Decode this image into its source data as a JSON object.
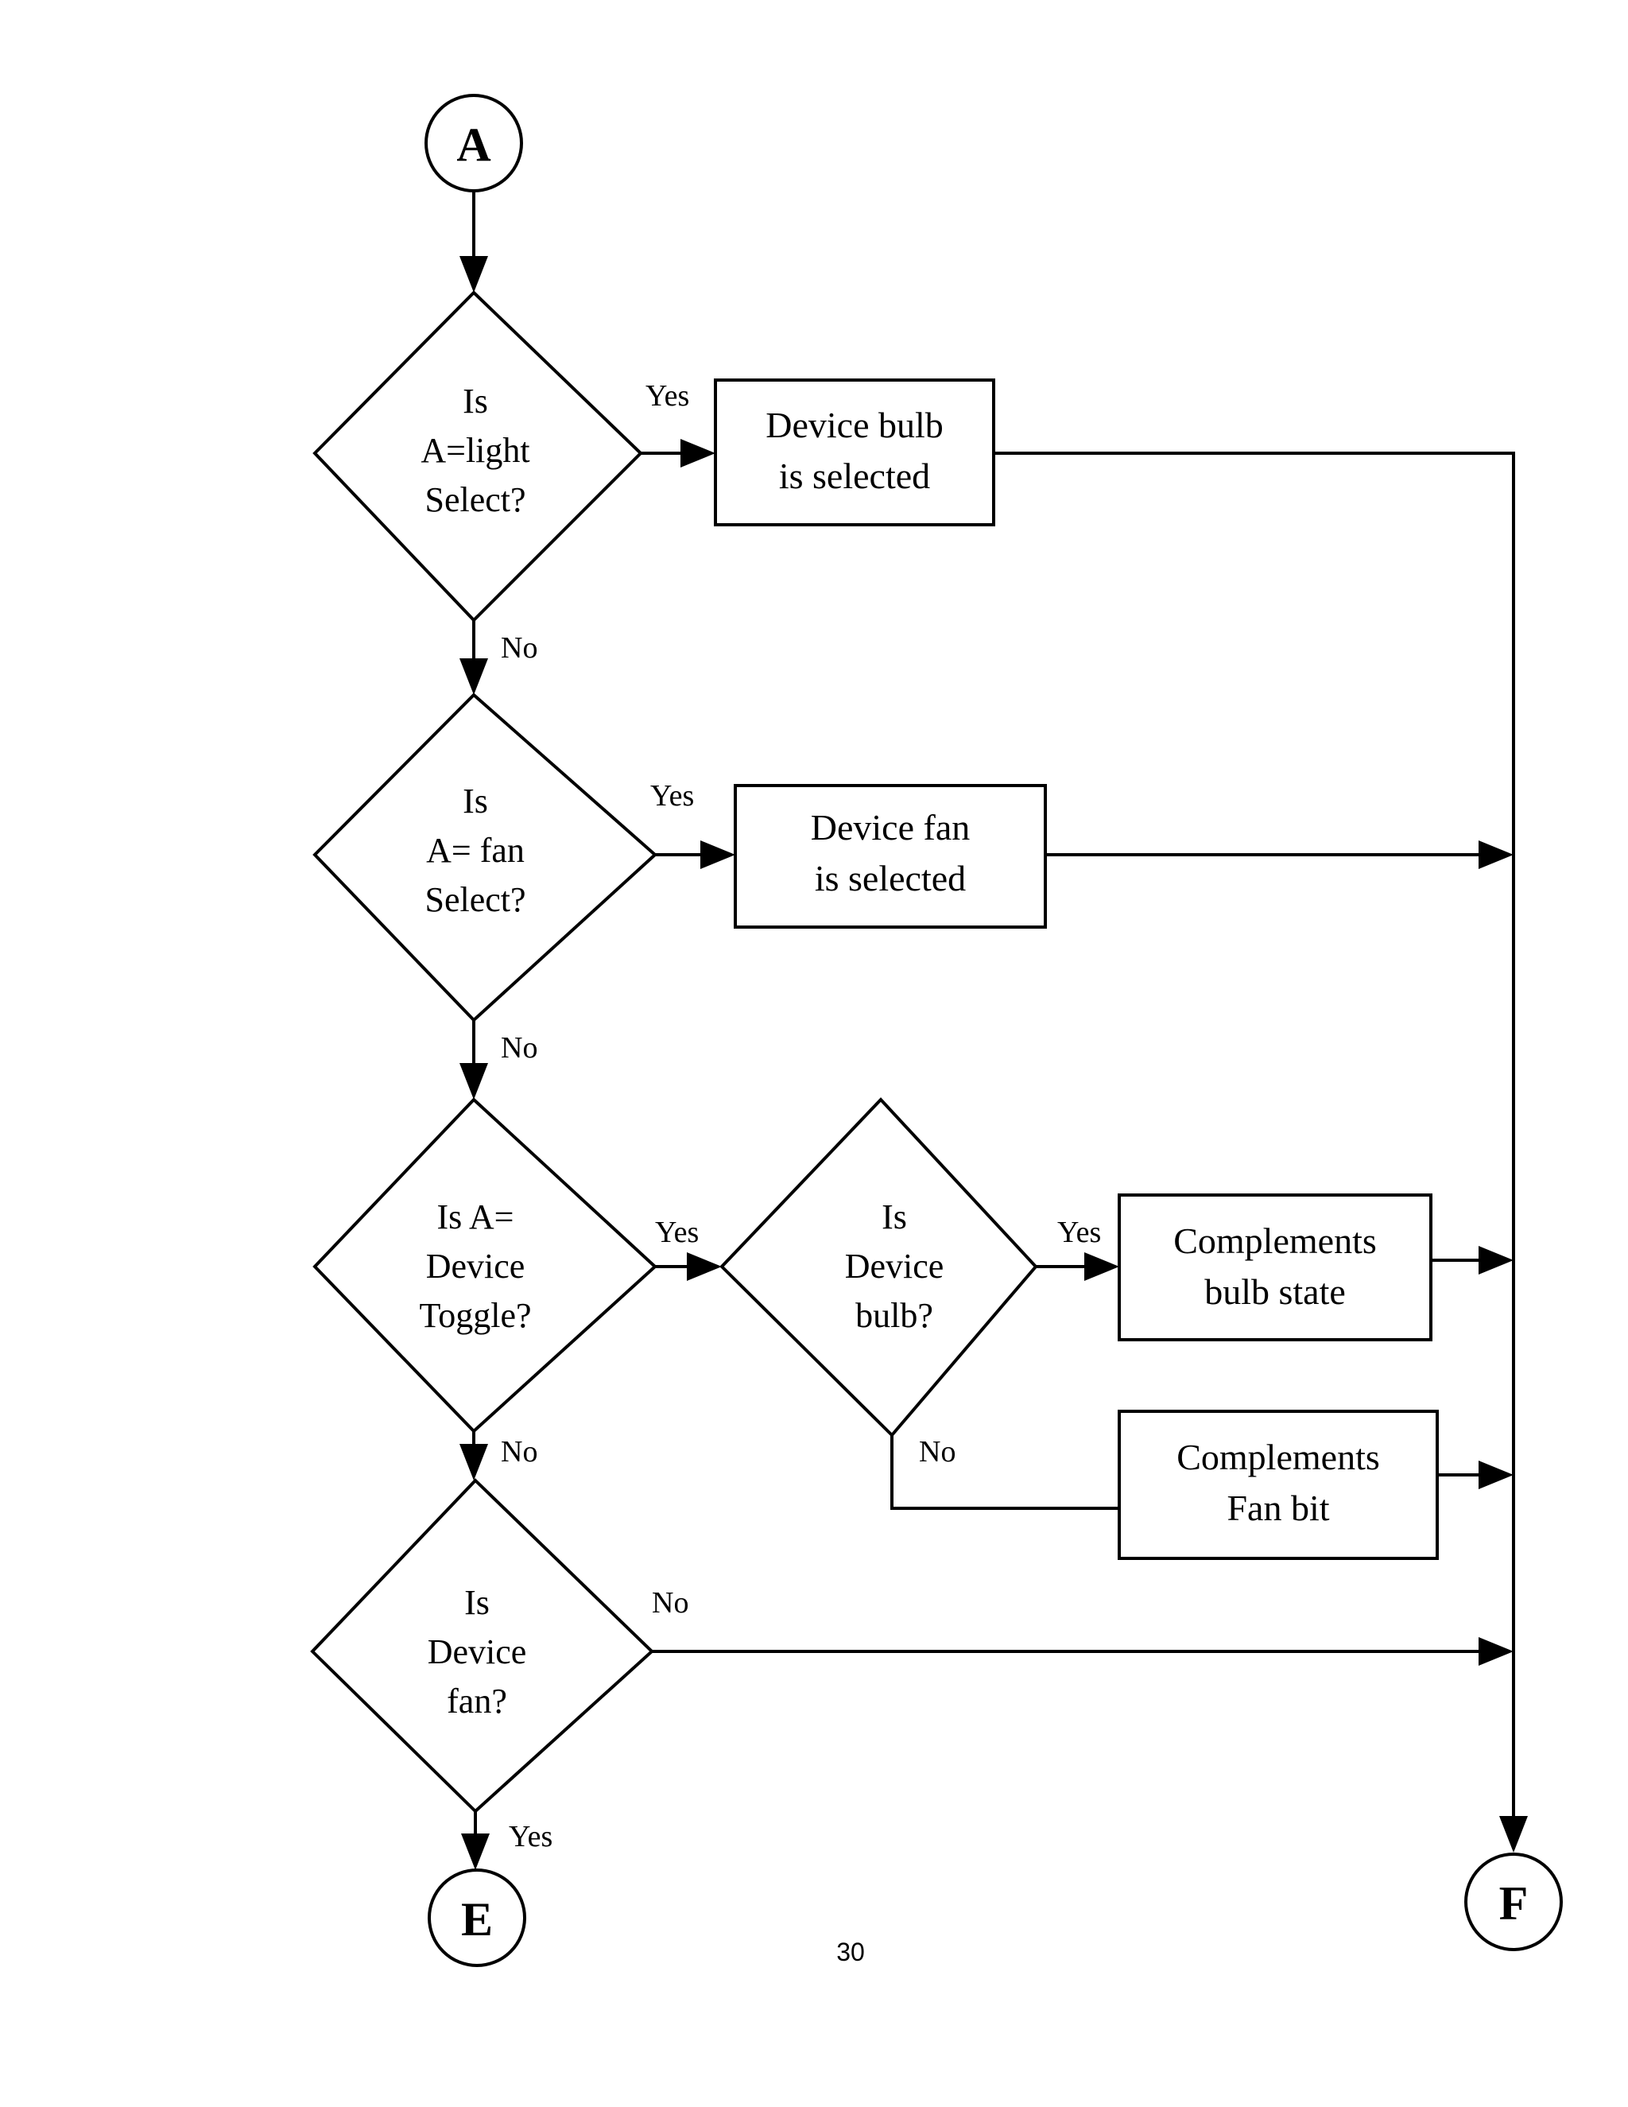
{
  "page": {
    "number": "30",
    "background_color": "#ffffff",
    "line_color": "#000000",
    "text_color": "#000000"
  },
  "terminators": {
    "start": {
      "label": "A"
    },
    "end_left": {
      "label": "E"
    },
    "end_right": {
      "label": "F"
    }
  },
  "decisions": [
    {
      "id": "d1",
      "line1": "Is",
      "line2": "A=light",
      "line3": "Select?"
    },
    {
      "id": "d2",
      "line1": "Is",
      "line2": "A= fan",
      "line3": "Select?"
    },
    {
      "id": "d3",
      "line1": "Is A=",
      "line2": "Device",
      "line3": "Toggle?"
    },
    {
      "id": "d4",
      "line1": "Is",
      "line2": "Device",
      "line3": "bulb?"
    },
    {
      "id": "d5",
      "line1": "Is",
      "line2": "Device",
      "line3": "fan?"
    }
  ],
  "processes": [
    {
      "id": "p1",
      "line1": "Device bulb",
      "line2": "is selected"
    },
    {
      "id": "p2",
      "line1": "Device fan",
      "line2": "is selected"
    },
    {
      "id": "p3",
      "line1": "Complements",
      "line2": "bulb state"
    },
    {
      "id": "p4",
      "line1": "Complements",
      "line2": "Fan bit"
    }
  ],
  "edge_labels": {
    "d1_yes": "Yes",
    "d1_no": "No",
    "d2_yes": "Yes",
    "d2_no": "No",
    "d3_yes": "Yes",
    "d3_no": "No",
    "d4_yes": "Yes",
    "d4_no": "No",
    "d5_no": "No",
    "d5_yes": "Yes"
  }
}
